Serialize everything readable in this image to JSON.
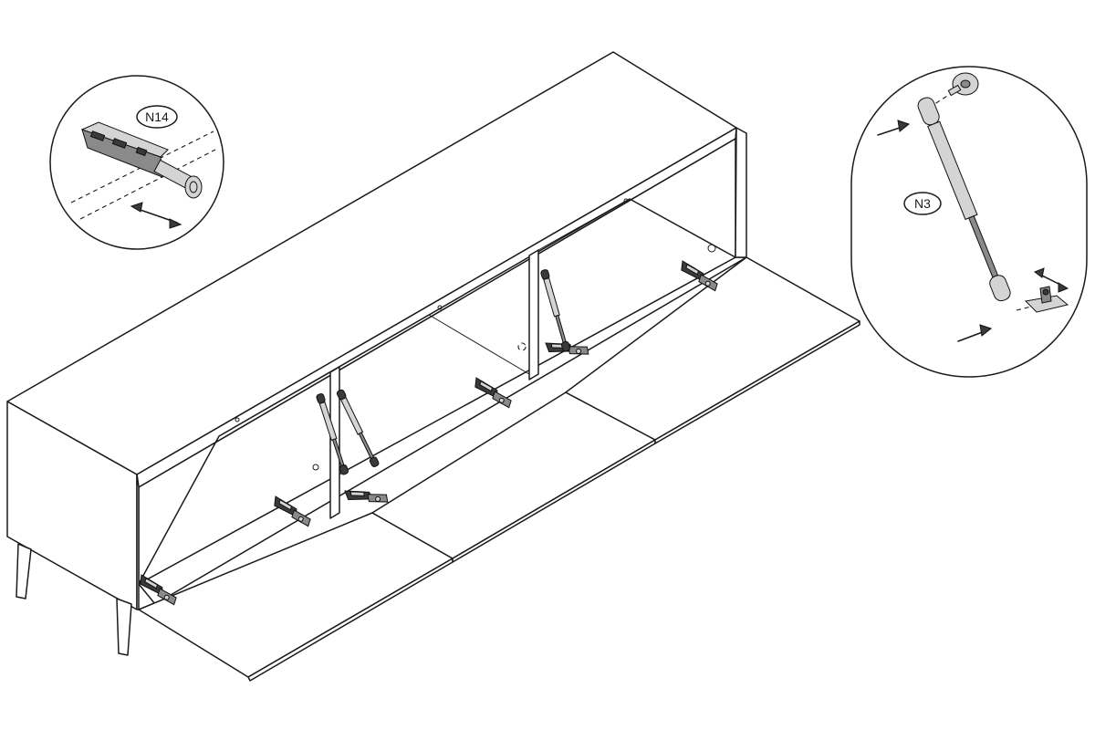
{
  "labels": {
    "hinge_callout": "N14",
    "gas_strut_callout": "N3"
  },
  "icons": {
    "hinge_detail": "hinge-adjustment-detail",
    "gas_strut_detail": "gas-strut-detail",
    "adjust_arrow": "double-headed-arrow",
    "insert_arrow": "push-arrow"
  },
  "colors": {
    "line": "#1a1a1a",
    "background": "#ffffff"
  }
}
